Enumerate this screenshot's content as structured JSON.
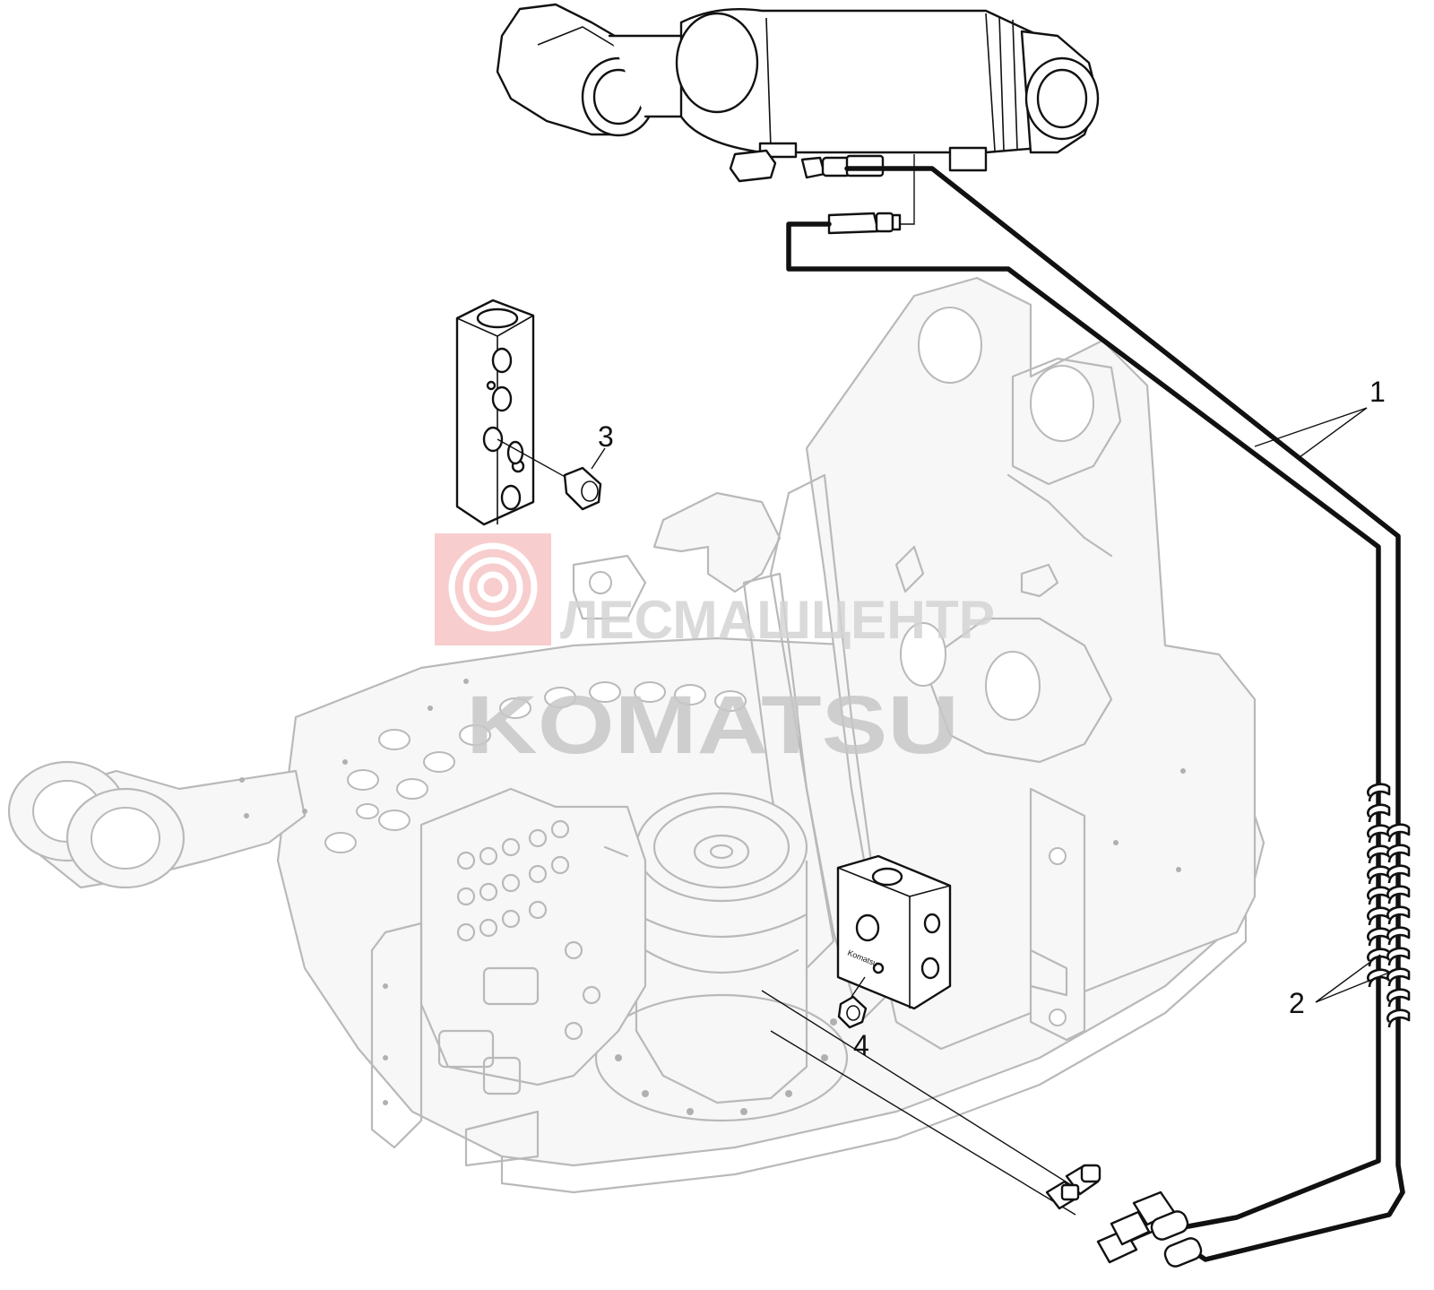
{
  "diagram": {
    "callouts": [
      {
        "id": "1",
        "label": "1"
      },
      {
        "id": "2",
        "label": "2"
      },
      {
        "id": "3",
        "label": "3"
      },
      {
        "id": "4",
        "label": "4"
      }
    ],
    "valve_block_marking": "Komatsu"
  },
  "watermark": {
    "text_top": "ЛЕСМАШЦЕНТР",
    "text_bottom": "KOMATSU",
    "logo_color": "#f08080",
    "text_color": "#c8c8c8"
  },
  "colors": {
    "ghost_lines": "#b9b9b9",
    "parts": "#111111",
    "background": "#ffffff"
  }
}
